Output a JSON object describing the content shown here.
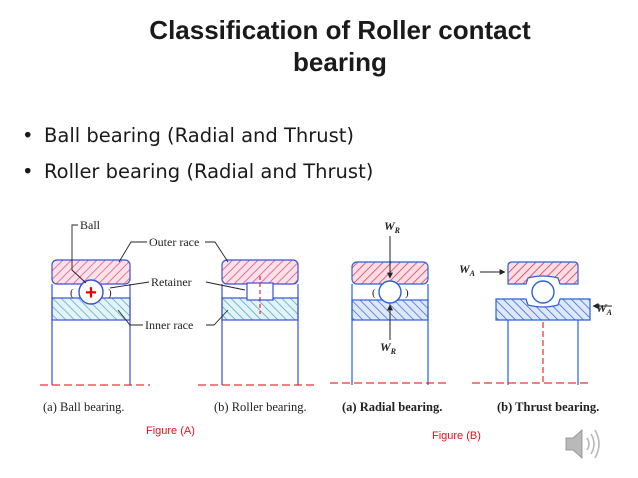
{
  "slide": {
    "title_line1": "Classification of Roller contact",
    "title_line2": "bearing",
    "bullets": [
      "Ball bearing (Radial and Thrust)",
      "Roller bearing (Radial and Thrust)"
    ]
  },
  "diagram": {
    "labels": {
      "ball": "Ball",
      "outer_race": "Outer race",
      "retainer": "Retainer",
      "inner_race": "Inner race"
    },
    "captions": {
      "a_left": "(a) Ball bearing.",
      "b_left": "(b) Roller bearing.",
      "a_right": "(a) Radial bearing.",
      "b_right": "(b) Thrust bearing."
    },
    "loads": {
      "wr_top": "W",
      "wr_top_sub": "R",
      "wr_bottom": "W",
      "wr_bottom_sub": "R",
      "wa_left": "W",
      "wa_left_sub": "A",
      "wa_right": "W",
      "wa_right_sub": "A"
    },
    "figure_labels": {
      "fig_a": "Figure (A)",
      "fig_b": "Figure (B)"
    }
  },
  "colors": {
    "bearing_outline": "#3a4fd8",
    "outer_hatch_left": "#e04470",
    "inner_hatch_left": "#45a3c9",
    "outer_hatch_right": "#d8264f",
    "inner_hatch_right": "#2a62d8",
    "center_line": "#e60000",
    "figure_label": "#e8111b"
  },
  "icons": {
    "speaker": "speaker-icon"
  }
}
